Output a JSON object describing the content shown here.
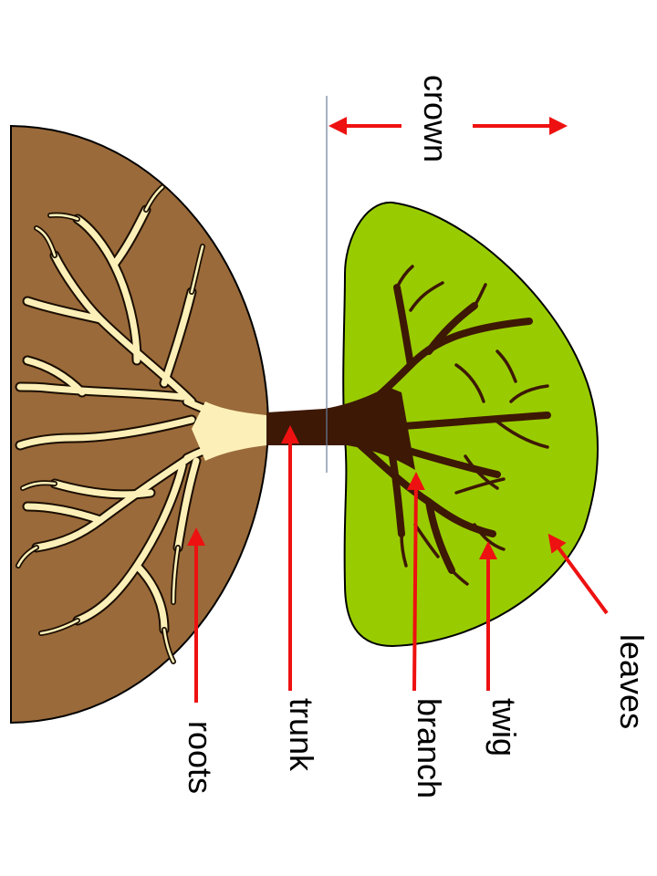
{
  "labels": {
    "crown": "crown",
    "leaves": "leaves",
    "twig": "twig",
    "branch": "branch",
    "trunk": "trunk",
    "roots": "roots"
  },
  "colors": {
    "soil": "#9a6a3a",
    "canopy": "#99cc00",
    "branches": "#3d1805",
    "roots": "#fcf0b8",
    "arrows": "#ee1111",
    "divider": "#6a7e9c"
  }
}
